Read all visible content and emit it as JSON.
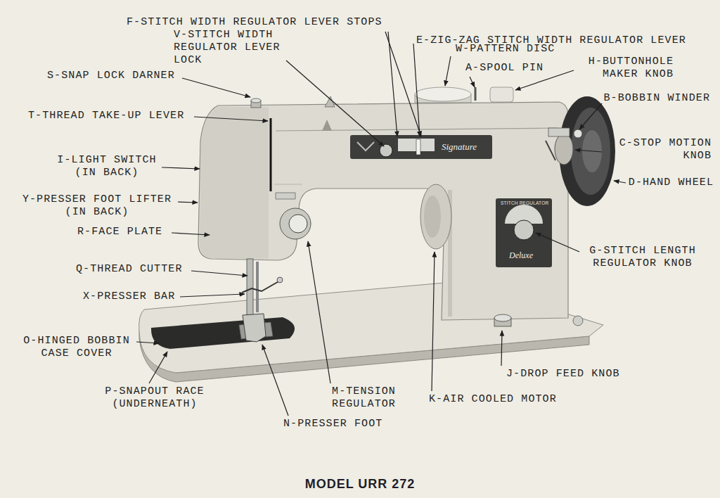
{
  "diagram": {
    "caption": "MODEL URR 272",
    "labels": [
      "F-STITCH WIDTH REGULATOR LEVER STOPS",
      "E-ZIG-ZAG STITCH WIDTH REGULATOR LEVER",
      "V-STITCH WIDTH REGULATOR LEVER LOCK",
      "W-PATTERN DISC",
      "A-SPOOL PIN",
      "H-BUTTONHOLE MAKER KNOB",
      "S-SNAP LOCK DARNER",
      "B-BOBBIN WINDER",
      "T-THREAD TAKE-UP LEVER",
      "C-STOP MOTION KNOB",
      "I-LIGHT SWITCH (IN BACK)",
      "D-HAND WHEEL",
      "Y-PRESSER FOOT LIFTER (IN BACK)",
      "R-FACE PLATE",
      "G-STITCH LENGTH REGULATOR KNOB",
      "Q-THREAD CUTTER",
      "X-PRESSER BAR",
      "O-HINGED BOBBIN CASE COVER",
      "J-DROP FEED KNOB",
      "P-SNAPOUT RACE (UNDERNEATH)",
      "M-TENSION REGULATOR",
      "K-AIR COOLED MOTOR",
      "N-PRESSER FOOT",
      "Signature",
      "STITCH REGULATOR",
      "Deluxe"
    ]
  }
}
